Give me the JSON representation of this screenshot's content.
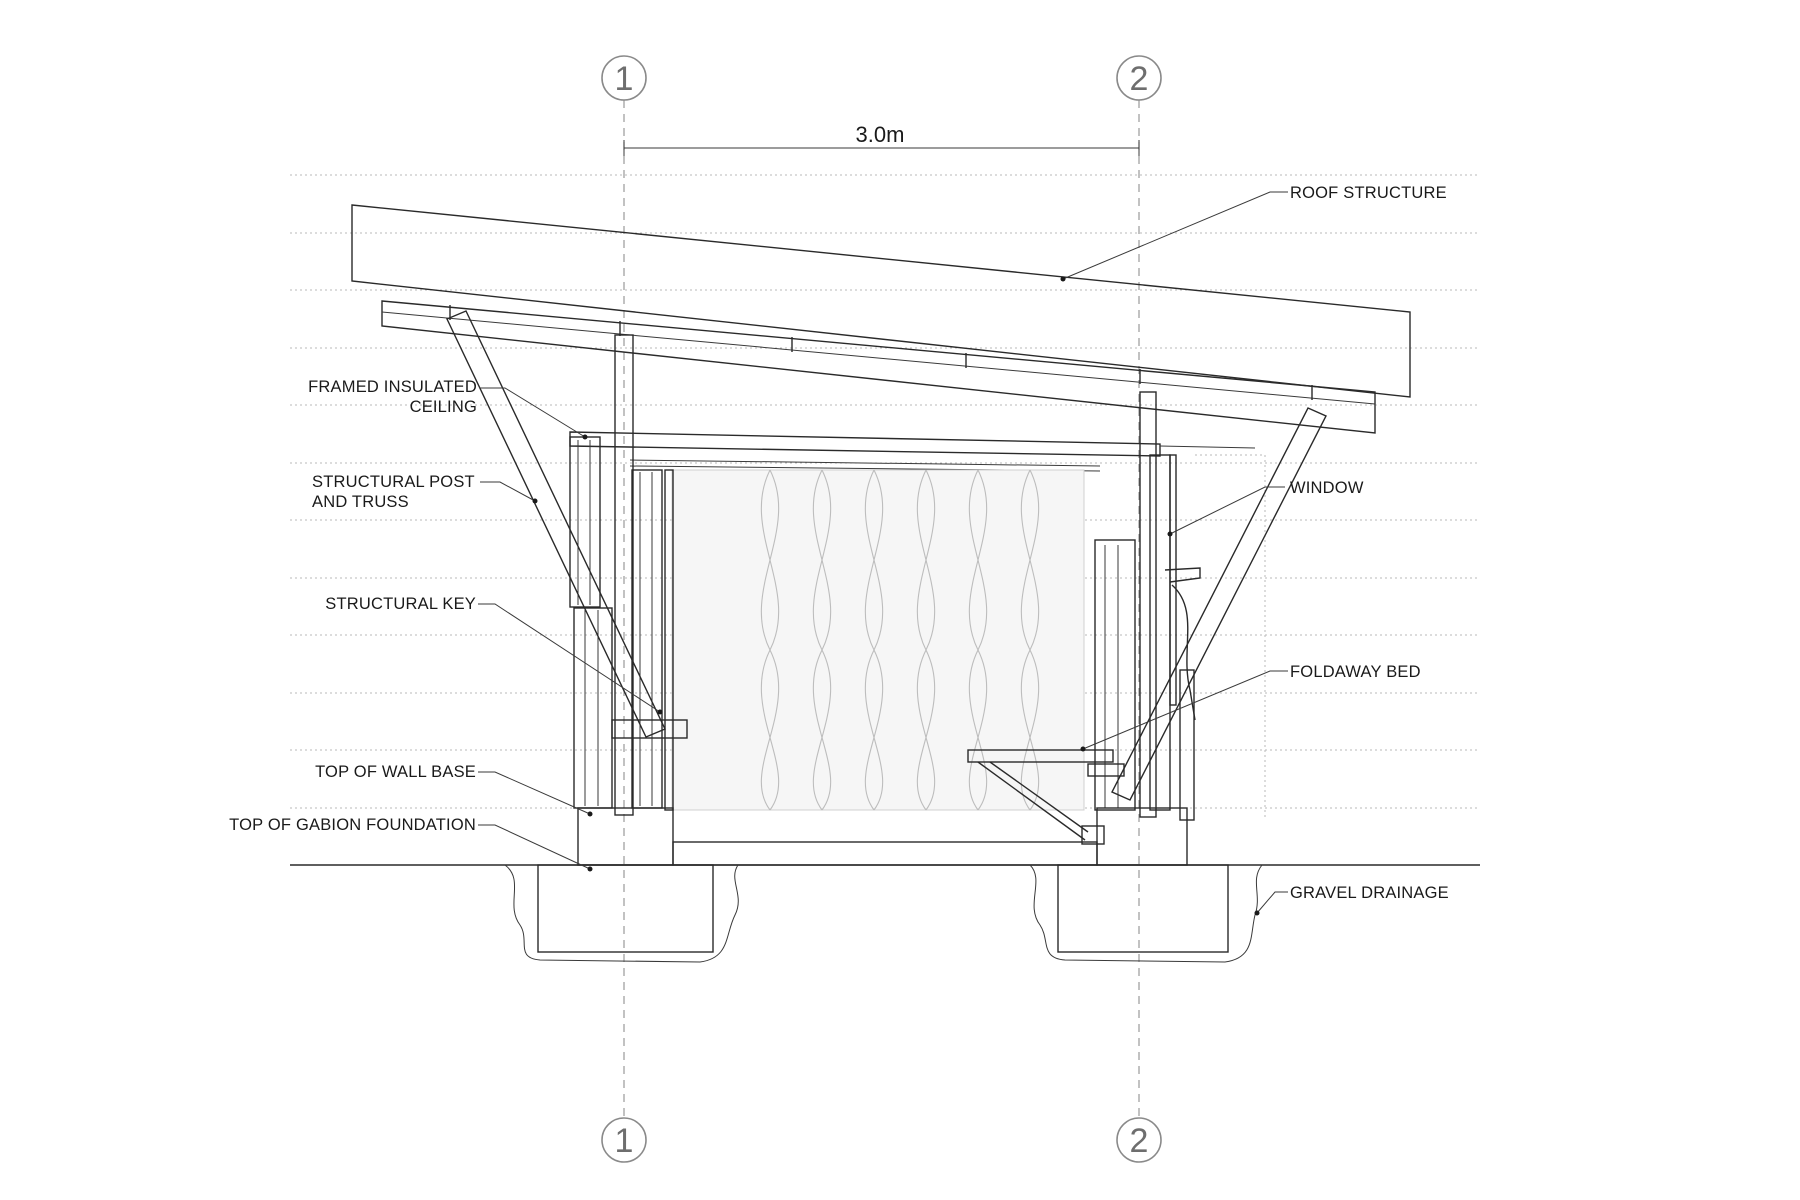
{
  "grid_markers": {
    "axis_1": "1",
    "axis_2": "2"
  },
  "dimension": {
    "span": "3.0m"
  },
  "labels": {
    "roof_structure": "ROOF STRUCTURE",
    "framed_insulated_ceiling_l1": "FRAMED INSULATED",
    "framed_insulated_ceiling_l2": "CEILING",
    "structural_post_l1": "STRUCTURAL POST",
    "structural_post_l2": "AND TRUSS",
    "structural_key": "STRUCTURAL KEY",
    "window": "WINDOW",
    "foldaway_bed": "FOLDAWAY BED",
    "top_of_wall_base": "TOP OF WALL BASE",
    "top_of_gabion_foundation": "TOP OF GABION FOUNDATION",
    "gravel_drainage": "GRAVEL DRAINAGE"
  }
}
